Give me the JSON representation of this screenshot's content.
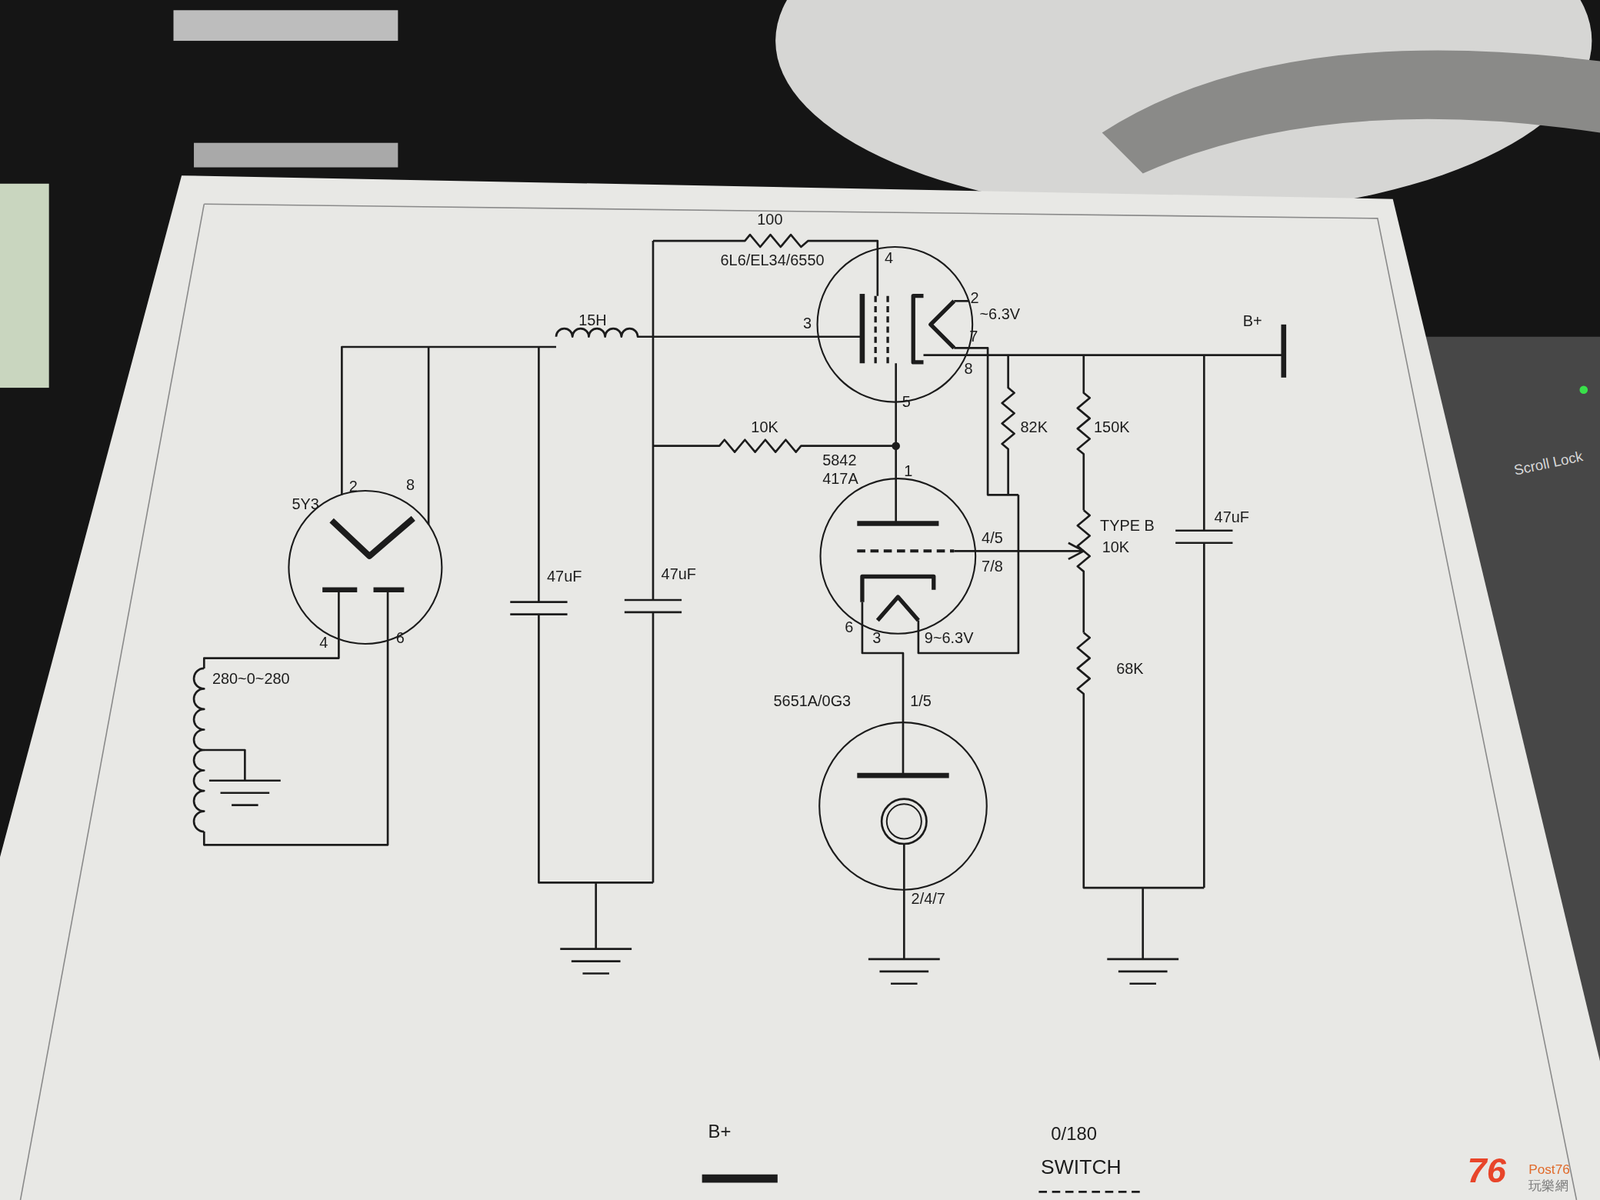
{
  "diagram": {
    "labels": [
      "100",
      "6L6/EL34/6550",
      "4",
      "2",
      "~6.3V",
      "3",
      "7",
      "15H",
      "B+",
      "8",
      "5",
      "10K",
      "82K",
      "150K",
      "5842",
      "417A",
      "1",
      "5Y3",
      "2",
      "8",
      "4/5",
      "7/8",
      "TYPE B",
      "10K",
      "47uF",
      "47uF",
      "47uF",
      "6",
      "3",
      "9~6.3V",
      "4",
      "6",
      "280~0~280",
      "68K",
      "5651A/0G3",
      "1/5",
      "2/4/7",
      "B+",
      "0/180",
      "SWITCH",
      "Scroll Lock",
      "76",
      "Post76",
      "玩樂網"
    ]
  }
}
